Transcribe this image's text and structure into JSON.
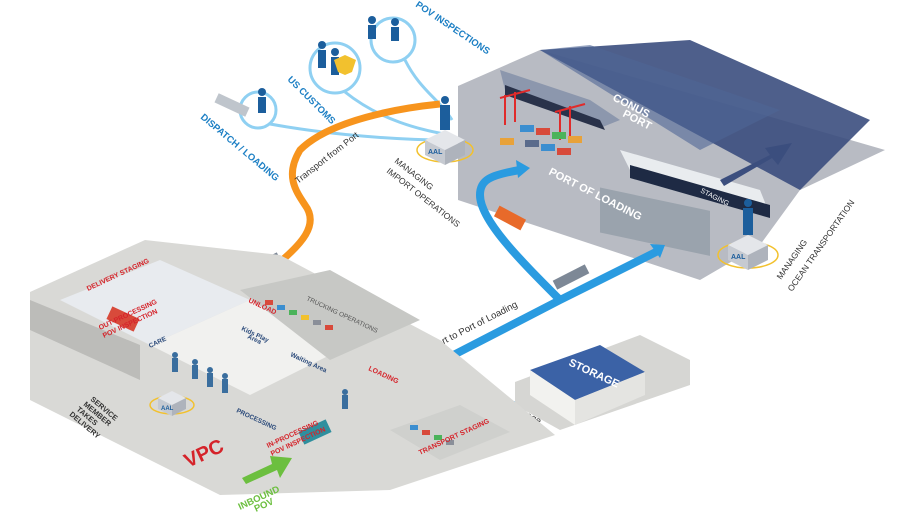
{
  "labels": {
    "pov_inspections": "POV INSPECTIONS",
    "us_customs": "US CUSTOMS",
    "dispatch_loading": "DISPATCH / LOADING",
    "transport_from_port": "Transport from Port",
    "managing_import_l1": "MANAGING",
    "managing_import_l2": "IMPORT OPERATIONS",
    "conus_l1": "CONUS",
    "conus_l2": "PORT",
    "port_of_loading": "PORT OF LOADING",
    "staging": "STAGING",
    "aal": "AAL",
    "managing_ocean_l1": "MANAGING",
    "managing_ocean_l2": "OCEAN TRANSPORTATION",
    "trucking_operations": "TRUCKING OPERATIONS",
    "transport_to_port_of_loading": "Transport to Port of Loading",
    "transport_to_storage": "Transport to Storage",
    "storage": "STORAGE",
    "delivery_staging": "DELIVERY STAGING",
    "out_processing_l1": "OUT-PROCESSING",
    "out_processing_l2": "POV INSPECTION",
    "care": "CARE",
    "unload": "UNLOAD",
    "kids_play_area_l1": "Kids Play",
    "kids_play_area_l2": "Area",
    "waiting_area": "Waiting Area",
    "loading": "LOADING",
    "processing": "PROCESSING",
    "in_processing_l1": "IN-PROCESSING",
    "in_processing_l2": "POV INSPECTION",
    "transport_staging": "TRANSPORT STAGING",
    "vpc": "VPC",
    "inbound_l1": "INBOUND",
    "inbound_l2": "POV",
    "service_member_l1": "SERVICE",
    "service_member_l2": "MEMBER",
    "service_member_l3": "TAKES",
    "service_member_l4": "DELIVERY"
  },
  "colors": {
    "orange_flow": "#f7941d",
    "blue_flow": "#2a9be0",
    "light_blue_line": "#8fd0f2",
    "port_dark": "#3b4e7e",
    "vpc_red": "#d5232a",
    "inbound_green": "#6cbf3f",
    "floor_gray": "#d9d9d6"
  }
}
